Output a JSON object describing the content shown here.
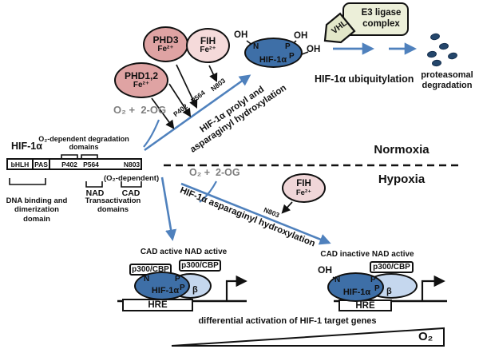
{
  "colors": {
    "phd_fill": "#dfa3a3",
    "fih_fill": "#f5dada",
    "hif_alpha_fill": "#3e6fa7",
    "hif_beta_fill": "#c5d7ee",
    "vhl_fill": "#e9ecd5",
    "arrow_blue": "#4f81bd",
    "substrate_gray": "#7f7f7f",
    "proteasome_dot": "#24466b"
  },
  "enzymes": {
    "phd3": {
      "name": "PHD3",
      "cofactor": "Fe²⁺"
    },
    "fih": {
      "name": "FIH",
      "cofactor": "Fe²⁺"
    },
    "phd12": {
      "name": "PHD1,2",
      "cofactor": "Fe²⁺"
    },
    "fih_hypoxia": {
      "name": "FIH",
      "cofactor": "Fe²⁺"
    }
  },
  "normoxia": {
    "condition_label": "Normoxia",
    "substrates": "O₂ +  2-OG",
    "site_p402": "P402",
    "site_p564": "P564",
    "site_n803": "N803",
    "hydroxylation_line1": "HIF-1α prolyl and",
    "hydroxylation_line2": "asparaginyl hydroxylation",
    "oh_left": "OH",
    "oh_top": "OH",
    "oh_right": "OH",
    "complex": {
      "n": "N",
      "p_top": "P",
      "p_right": "P",
      "name": "HIF-1α"
    },
    "vhl_label": "VHL",
    "e3_line1": "E3 ligase",
    "e3_line2": "complex",
    "ubiquitylation_label": "HIF-1α ubiquitylation",
    "proteasome_line1": "proteasomal",
    "proteasome_line2": "degradation"
  },
  "hypoxia": {
    "condition_label": "Hypoxia",
    "substrates": "O₂ +  2-OG",
    "site_n803": "N803",
    "hydroxylation_label": "HIF-1α asparaginyl hydroxylation"
  },
  "domain_map": {
    "protein_label": "HIF-1α",
    "degradation_line1": "O₂-dependent degradation",
    "degradation_line2": "domains",
    "seg_bhlh": "bHLH",
    "seg_pas": "PAS",
    "site_p402": "P402",
    "site_p564": "P564",
    "site_n803": "N803",
    "o2_dependent": "(O₂-dependent)",
    "nad": "NAD",
    "cad": "CAD",
    "dna_line1": "DNA binding and",
    "dna_line2": "dimerization domain",
    "ta_line1": "Transactivation",
    "ta_line2": "domains"
  },
  "complex_active": {
    "title": "CAD active NAD active",
    "p300_left": "p300/CBP",
    "p300_right": "p300/CBP",
    "n": "N",
    "p_top": "P",
    "p_right": "P",
    "alpha": "HIF-1α",
    "beta": "β",
    "hre": "HRE"
  },
  "complex_inactive": {
    "title": "CAD inactive NAD active",
    "oh": "OH",
    "p300": "p300/CBP",
    "n": "N",
    "p_top": "P",
    "p_right": "P",
    "alpha": "HIF-1α",
    "beta": "β",
    "hre": "HRE"
  },
  "footer": {
    "caption": "differential activation of HIF-1 target genes",
    "o2_gradient": "O₂"
  }
}
